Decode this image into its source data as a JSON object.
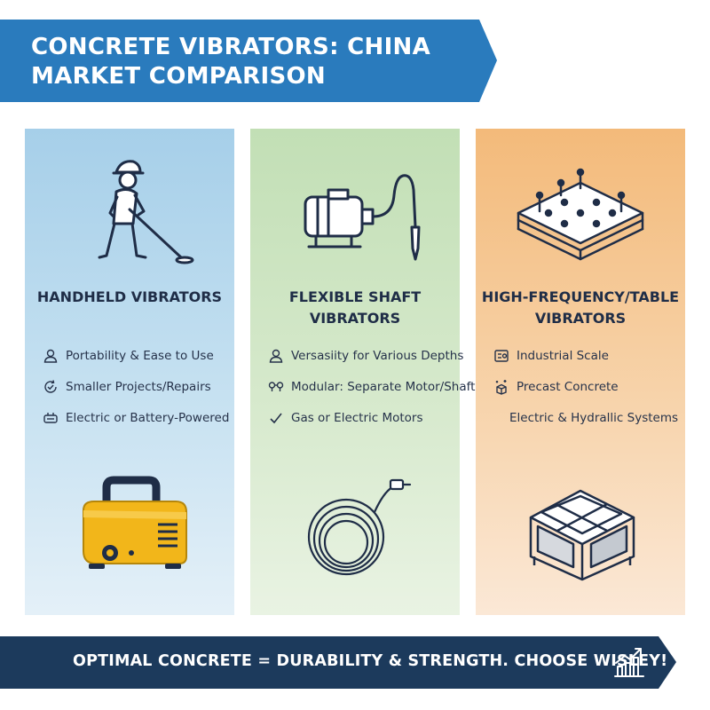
{
  "title": "CONCRETE VIBRATORS:  CHINA MARKET COMPARISON",
  "colors": {
    "title_banner": "#2a7bbd",
    "footer_banner": "#1c3a5c",
    "text_dark": "#1f2d47",
    "icon_yellow": "#f2b61a"
  },
  "columns": [
    {
      "heading": "HANDHELD VIBRATORS",
      "top_icon": "worker-vibrator-icon",
      "bottom_icon": "portable-unit-icon",
      "features": [
        {
          "icon": "user-icon",
          "text": "Portability & Ease to Use"
        },
        {
          "icon": "refresh-check-icon",
          "text": "Smaller Projects/Repairs"
        },
        {
          "icon": "battery-plug-icon",
          "text": "Electric or Battery-Powered"
        }
      ]
    },
    {
      "heading": "FLEXIBLE SHAFT VIBRATORS",
      "top_icon": "motor-shaft-icon",
      "bottom_icon": "coiled-hose-icon",
      "features": [
        {
          "icon": "user-icon",
          "text": "Versasiity for Various Depths"
        },
        {
          "icon": "links-icon",
          "text": "Modular: Separate Motor/Shaft"
        },
        {
          "icon": "check-icon",
          "text": "Gas or Electric Motors"
        }
      ]
    },
    {
      "heading": "HIGH-FREQUENCY/TABLE VIBRATORS",
      "top_icon": "vibration-table-icon",
      "bottom_icon": "precast-mold-icon",
      "features": [
        {
          "icon": "gauge-panel-icon",
          "text": "Industrial Scale"
        },
        {
          "icon": "sparkle-box-icon",
          "text": "Precast Concrete"
        },
        {
          "icon": "",
          "text": "Electric & Hydrallic Systems"
        }
      ]
    }
  ],
  "footer": {
    "text": "OPTIMAL CONCRETE = DURABILITY & STRENGTH. CHOOSE WISLEY!",
    "icon": "growth-chart-icon"
  }
}
